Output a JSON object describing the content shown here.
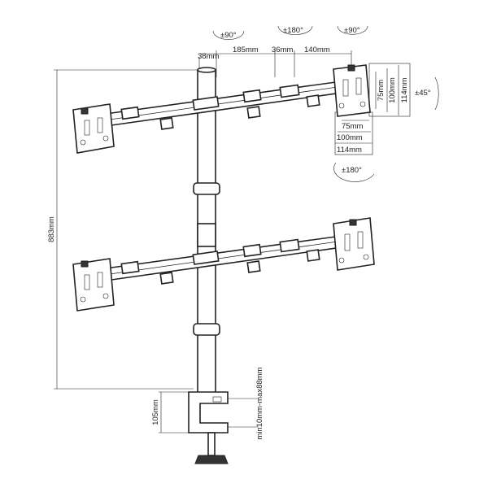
{
  "dimensions": {
    "top_38": "38mm",
    "top_185": "185mm",
    "top_36": "36mm",
    "top_140": "140mm",
    "height_883": "883mm",
    "vesa_75v": "75mm",
    "vesa_100v": "100mm",
    "vesa_114v": "114mm",
    "vesa_75h": "75mm",
    "vesa_100h": "100mm",
    "vesa_114h": "114mm",
    "clamp_105": "105mm",
    "clamp_range": "min10mm-max88mm"
  },
  "rotations": {
    "swivel_arm_left": "±90°",
    "swivel_arm_mid": "±180°",
    "swivel_arm_right": "±90°",
    "tilt": "±45°",
    "rotate_plate": "±180°"
  }
}
